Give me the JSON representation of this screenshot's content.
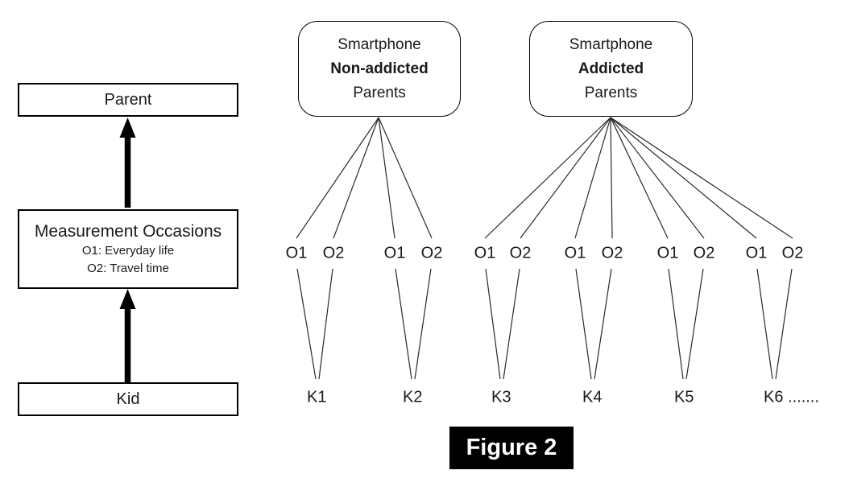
{
  "figure": {
    "caption": "Figure 2",
    "left_flow": {
      "parent_label": "Parent",
      "measurement_title": "Measurement Occasions",
      "measurement_sub1": "O1: Everyday life",
      "measurement_sub2": "O2: Travel time",
      "kid_label": "Kid"
    },
    "groups": [
      {
        "line1": "Smartphone",
        "line2": "Non-addicted",
        "line3": "Parents",
        "occasions": [
          "O1",
          "O2",
          "O1",
          "O2"
        ],
        "kids": [
          "K1",
          "K2"
        ]
      },
      {
        "line1": "Smartphone",
        "line2": "Addicted",
        "line3": "Parents",
        "occasions": [
          "O1",
          "O2",
          "O1",
          "O2",
          "O1",
          "O2",
          "O1",
          "O2"
        ],
        "kids": [
          "K3",
          "K4",
          "K5",
          "K6 ......."
        ]
      }
    ],
    "colors": {
      "line": "#2a2a2a",
      "border": "#000000",
      "text": "#1a1a1a",
      "caption_bg": "#000000",
      "caption_text": "#ffffff",
      "background": "#ffffff"
    }
  }
}
